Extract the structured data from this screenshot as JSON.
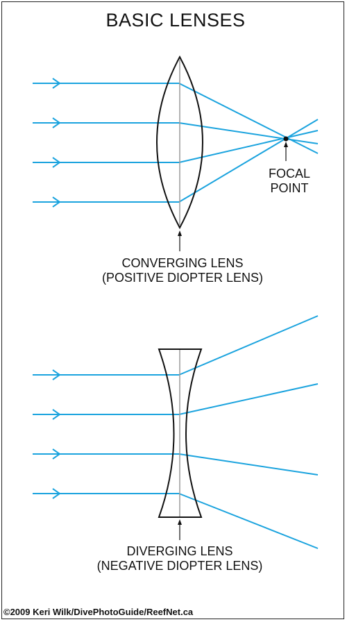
{
  "title": "BASIC LENSES",
  "focal_point_label": [
    "FOCAL",
    "POINT"
  ],
  "converging_lens_label": [
    "CONVERGING LENS",
    "(POSITIVE DIOPTER LENS)"
  ],
  "diverging_lens_label": [
    "DIVERGING LENS",
    "(NEGATIVE DIOPTER LENS)"
  ],
  "copyright": "©2009 Keri Wilk/DivePhotoGuide/ReefNet.ca",
  "colors": {
    "ray": "#1aa3de",
    "lens_outline": "#111111",
    "lens_axis": "#9a9a9a",
    "text": "#111111"
  }
}
